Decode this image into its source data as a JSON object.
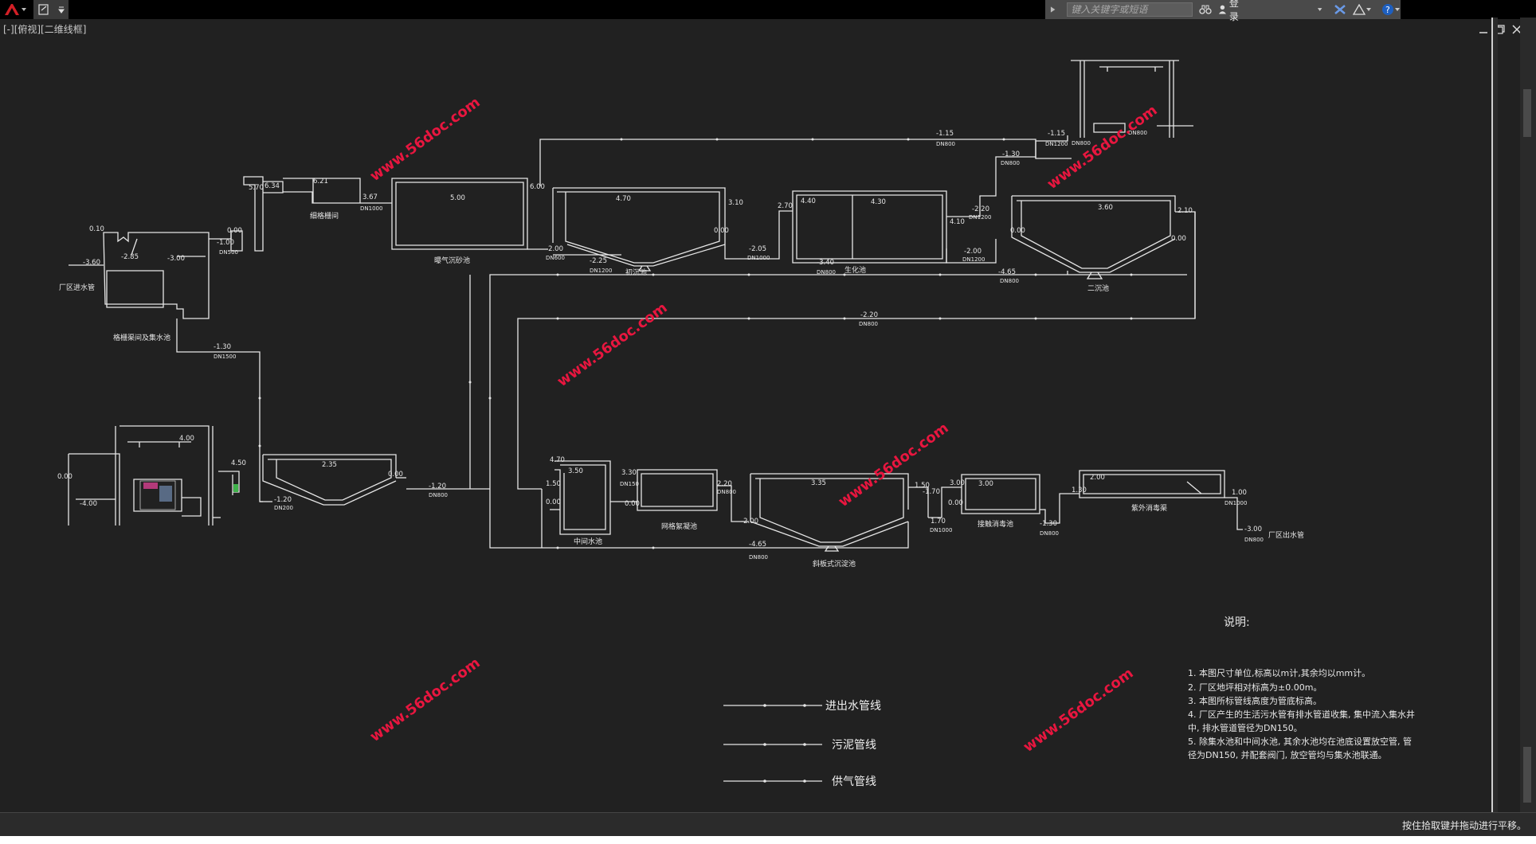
{
  "toolbar": {
    "search_placeholder": "键入关键字或短语",
    "login_label": "登录"
  },
  "viewport": {
    "label": "[-][俯视][二维线框]"
  },
  "colors": {
    "background": "#212121",
    "line": "#e6e6e6",
    "watermark": "#e0123c"
  },
  "drawing": {
    "units": {
      "plant_inlet": "厂区进水管",
      "grit": "格栅渠间及集水池",
      "fine_screen": "细格栅间",
      "aerated_grit": "曝气沉砂池",
      "primary": "初沉池",
      "bio_tank": "生化池",
      "secondary": "二沉池",
      "intermediate": "中间水池",
      "filter": "网格絮凝池",
      "clarifier": "斜板式沉淀池",
      "contact": "接触消毒池",
      "uv": "紫外消毒渠",
      "plant_outlet": "厂区出水管"
    },
    "elevations": [
      "0.10",
      "-3.60",
      "-2.85",
      "-3.00",
      "0.00",
      "-1.00",
      "5.70",
      "6.34",
      "6.21",
      "3.67",
      "5.00",
      "6.00",
      "4.70",
      "3.10",
      "0.00",
      "-2.00",
      "-2.25",
      "-2.05",
      "2.70",
      "4.40",
      "4.30",
      "4.10",
      "-3.40",
      "-2.20",
      "-2.00",
      "3.60",
      "0.00",
      "2.10",
      "0.00",
      "-1.15",
      "-1.15",
      "-1.30",
      "-4.65",
      "-2.20",
      "-1.30",
      "0.00",
      "-4.00",
      "4.00",
      "2.35",
      "0.00",
      "-1.20",
      "-1.20",
      "4.50",
      "4.70",
      "3.50",
      "1.50",
      "0.00",
      "3.35",
      "3.00",
      "0.00",
      "2.20",
      "-2.00",
      "3.30",
      "1.50",
      "1.70",
      "3.00",
      "-1.30",
      "0.00",
      "2.00",
      "1.00",
      "-3.00",
      "-4.65",
      "-1.70",
      "1.30"
    ],
    "pipe_sizes": [
      "DN500",
      "DN1000",
      "DN600",
      "DN1200",
      "DN1000",
      "DN800",
      "DN1200",
      "DN1200",
      "DN800",
      "DN800",
      "DN1200",
      "DN800",
      "DN800",
      "DN1500",
      "DN800",
      "DN200",
      "DN150",
      "DN800",
      "DN800",
      "DN1000",
      "DN800",
      "DN1000",
      "DN800",
      "DN800",
      "DN800"
    ]
  },
  "legend": {
    "items": [
      "进出水管线",
      "污泥管线",
      "供气管线"
    ]
  },
  "notes": {
    "title": "说明:",
    "lines": [
      "1. 本图尺寸单位,标高以m计,其余均以mm计。",
      "2. 厂区地坪相对标高为±0.00m。",
      "3. 本图所标管线高度为管底标高。",
      "4. 厂区产生的生活污水管有排水管道收集, 集中流入集水井",
      "中, 排水管道管径为DN150。",
      "5. 除集水池和中间水池, 其余水池均在池底设置放空管, 管",
      "径为DN150, 并配套阀门, 放空管均与集水池联通。"
    ]
  },
  "watermark": "www.56doc.com",
  "status": {
    "message": "按住拾取键并拖动进行平移。"
  }
}
